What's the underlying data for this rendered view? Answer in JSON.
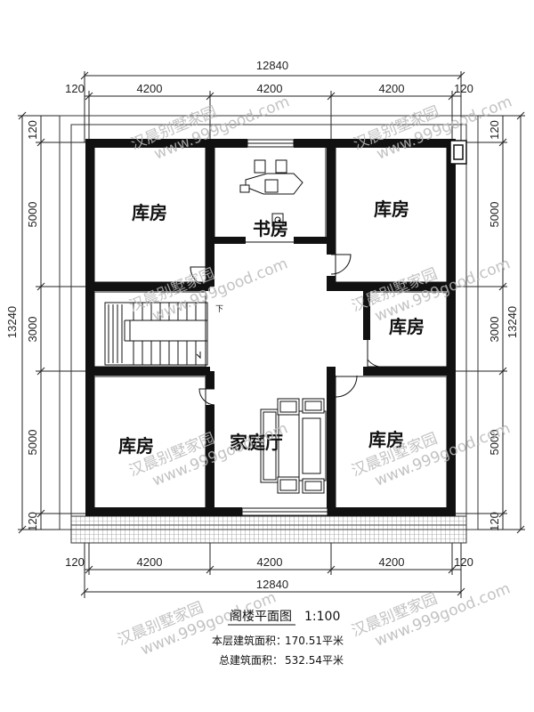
{
  "dimensions": {
    "total_width": "12840",
    "edge": "120",
    "bay": "4200",
    "total_height": "13240",
    "rows": [
      "5000",
      "3000",
      "5000"
    ]
  },
  "rooms": {
    "storage_tl": "库房",
    "study": "书房",
    "storage_tr": "库房",
    "storage_mr": "库房",
    "storage_bl": "库房",
    "family_hall": "家庭厅",
    "storage_br": "库房"
  },
  "stair_label": "下",
  "watermark": {
    "brand": "汉晨别墅家园",
    "url": "www.999good.com"
  },
  "caption": {
    "title": "阁楼平面图",
    "scale": "1:100",
    "floor_area_label": "本层建筑面积：",
    "floor_area_value": "170.51平米",
    "total_area_label": "总建筑面积：",
    "total_area_value": "532.54平米"
  }
}
